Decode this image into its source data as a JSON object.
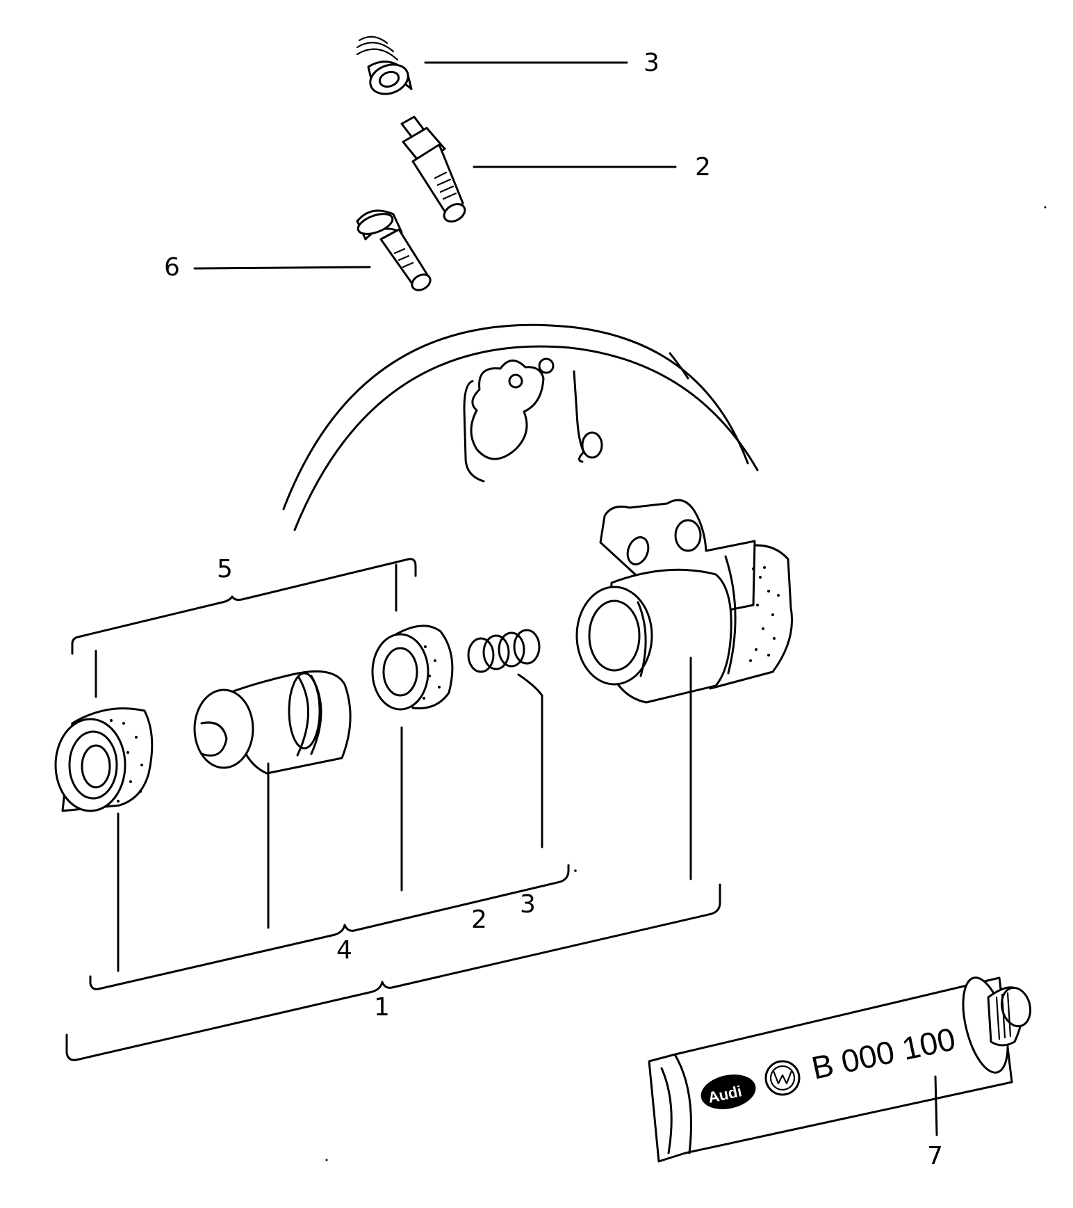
{
  "diagram": {
    "callouts": {
      "c1": "1",
      "c2_top": "2",
      "c2_low": "2",
      "c3_top": "3",
      "c3_low": "3",
      "c4": "4",
      "c5": "5",
      "c6": "6",
      "c7": "7"
    },
    "tube": {
      "part_number": "B 000 100",
      "brand_left": "Audi",
      "brand_right": "VW"
    },
    "colors": {
      "ink": "#000000",
      "paper": "#ffffff"
    }
  }
}
